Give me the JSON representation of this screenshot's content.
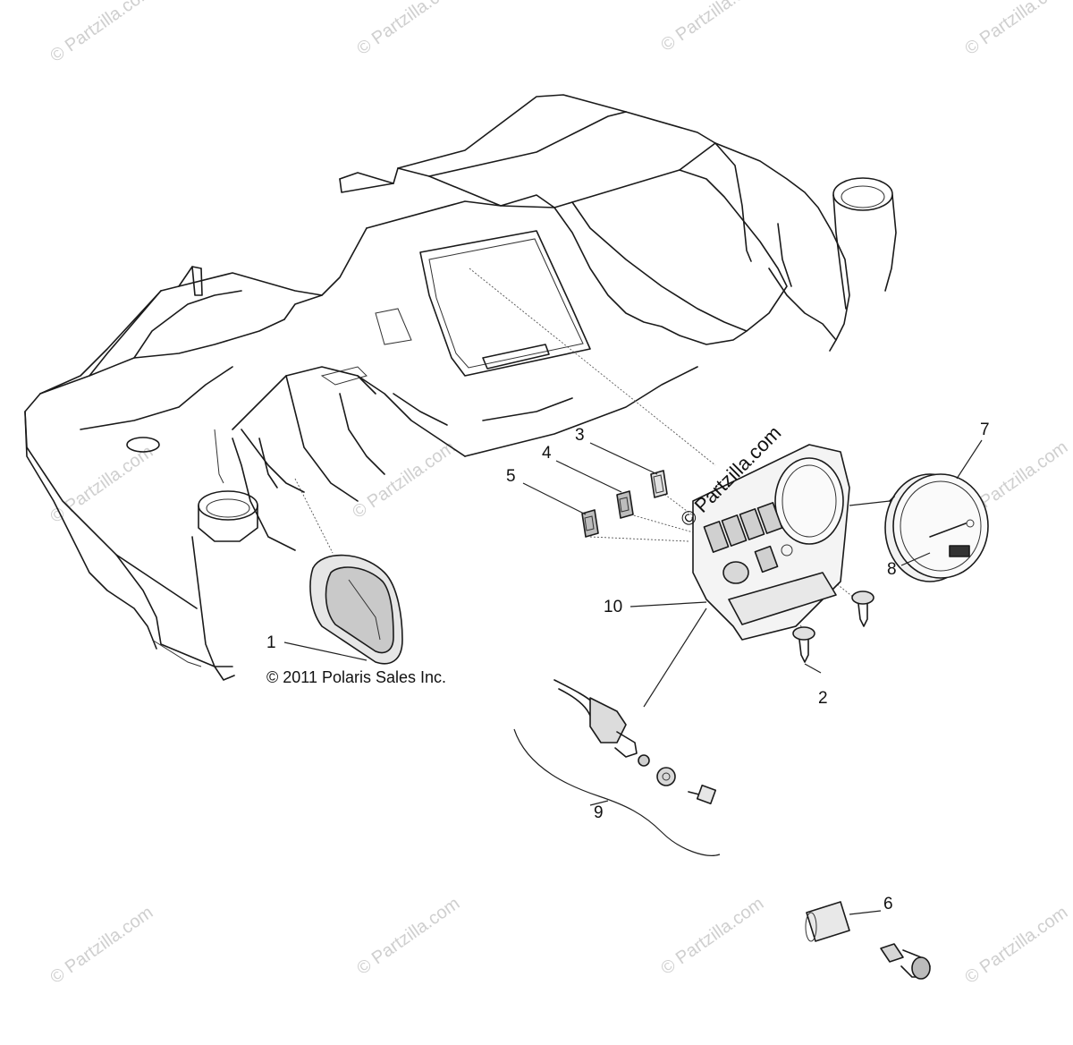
{
  "copyright": "© 2011 Polaris Sales Inc.",
  "watermark": "© Partzilla.com",
  "callouts": {
    "c1": "1",
    "c2": "2",
    "c3": "3",
    "c4": "4",
    "c5": "5",
    "c6": "6",
    "c7": "7",
    "c8": "8",
    "c9": "9",
    "c10": "10"
  },
  "colors": {
    "line": "#1a1a1a",
    "watermark": "#cfcfcf",
    "background": "#ffffff"
  }
}
